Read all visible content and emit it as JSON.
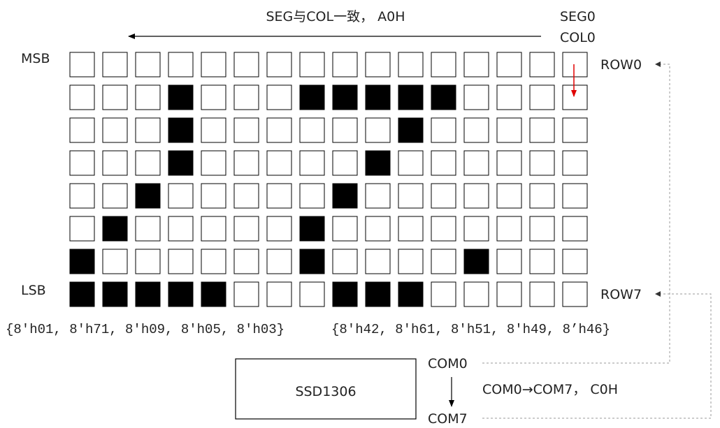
{
  "header": {
    "mirror_text": "SEG与COL一致， A0H",
    "seg_label": "SEG0",
    "col_label": "COL0"
  },
  "side_labels": {
    "msb": "MSB",
    "lsb": "LSB",
    "row0": "ROW0",
    "row7": "ROW7"
  },
  "grid": {
    "rows": 8,
    "cols": 16,
    "filled": [
      "0000000000000000",
      "0001000111110000",
      "0001000000100000",
      "0001000001000000",
      "0010000010000000",
      "0100000100000000",
      "1000000100001000",
      "1111100011100000"
    ]
  },
  "byte_groups": [
    {
      "text": "{8'h01, 8'h71, 8'h09, 8'h05, 8'h03}"
    },
    {
      "text": "{8'h42, 8'h61, 8'h51, 8'h49, 8’h46}"
    }
  ],
  "chip": {
    "label": "SSD1306"
  },
  "com": {
    "start": "COM0",
    "end": "COM7",
    "scan_text": "COM0→COM7， C0H"
  },
  "colors": {
    "fill": "#000000",
    "stroke": "#000000",
    "accent": "#e00000",
    "leader": "#999999"
  }
}
